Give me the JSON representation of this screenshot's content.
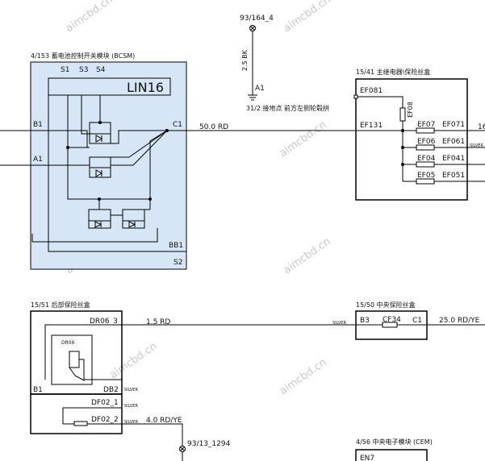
{
  "watermark": "aimcbd.cn",
  "ground_top": {
    "ref": "93/164_4",
    "wire": "2.5 BK",
    "pin": "A1",
    "location": "31/2 接地点 前方左侧轮毂拱"
  },
  "bcsm": {
    "title": "4/153 蓄电池控制开关模块 (BCSM)",
    "pins_top": [
      "S1",
      "S3",
      "S4"
    ],
    "lin": "LIN16",
    "pin_b1": "B1",
    "pin_a1": "A1",
    "pin_c1": "C1",
    "pin_bb1": "BB1",
    "pin_s2": "S2"
  },
  "main_wire": "50.0 RD",
  "relay_box": {
    "title": "15/41 主继电器\\保险丝盒",
    "ef081": "EF081",
    "ef08": "EF08",
    "ef131": "EF131",
    "fuses": [
      {
        "name": "EF07",
        "out": "EF071"
      },
      {
        "name": "EF06",
        "out": "EF061"
      },
      {
        "name": "EF04",
        "out": "EF041"
      },
      {
        "name": "EF05",
        "out": "EF051"
      }
    ],
    "right_wire": "16",
    "silver": "SILVER"
  },
  "rear_box": {
    "title": "15/51 后部保险丝盒",
    "dr06_3": "DR06_3",
    "dr06": "DR06",
    "b1": "B1",
    "db2": "DB2",
    "df02_1": "DF02_1",
    "df02_2": "DF02_2"
  },
  "silver_label": "SILVER",
  "wire_1_5": "1.5 RD",
  "wire_4_0": "4.0 RD/YE",
  "ground_bottom": "93/13_1294",
  "central_box": {
    "title": "15/50 中央保险丝盒",
    "b3": "B3",
    "cf34": "CF34",
    "c1": "C1",
    "out_wire": "25.0 RD/YE"
  },
  "cem": {
    "title": "4/56 中央电子模块 (CEM)",
    "pin": "EN7"
  }
}
